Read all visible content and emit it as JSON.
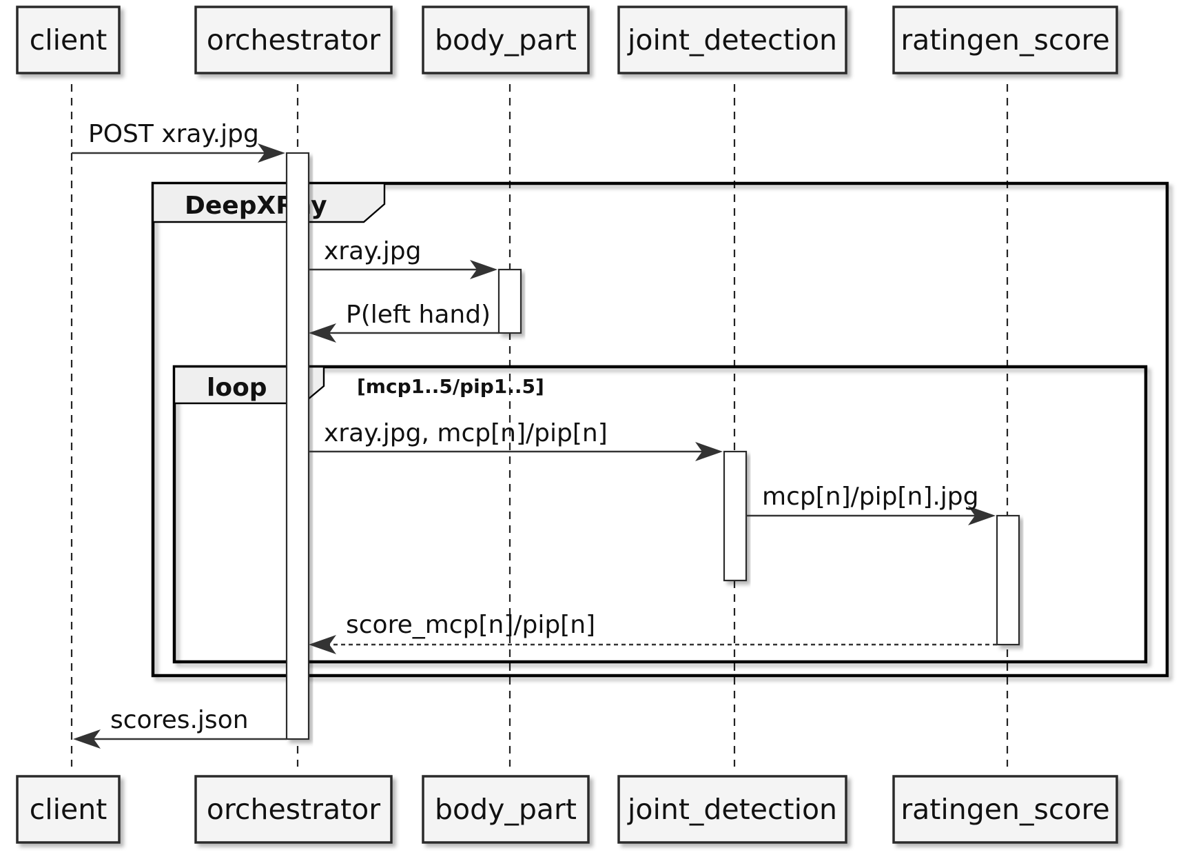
{
  "participants": [
    {
      "id": "client",
      "label": "client"
    },
    {
      "id": "orchestrator",
      "label": "orchestrator"
    },
    {
      "id": "body_part",
      "label": "body_part"
    },
    {
      "id": "joint_detection",
      "label": "joint_detection"
    },
    {
      "id": "ratingen_score",
      "label": "ratingen_score"
    }
  ],
  "messages": [
    {
      "id": "post-xray",
      "label": "POST xray.jpg",
      "from": "client",
      "to": "orchestrator",
      "style": "solid"
    },
    {
      "id": "xray-to-body",
      "label": "xray.jpg",
      "from": "orchestrator",
      "to": "body_part",
      "style": "solid"
    },
    {
      "id": "p-left-hand",
      "label": "P(left hand)",
      "from": "body_part",
      "to": "orchestrator",
      "style": "solid"
    },
    {
      "id": "xray-joints",
      "label": "xray.jpg, mcp[n]/pip[n]",
      "from": "orchestrator",
      "to": "joint_detection",
      "style": "solid"
    },
    {
      "id": "joint-jpg",
      "label": "mcp[n]/pip[n].jpg",
      "from": "joint_detection",
      "to": "ratingen_score",
      "style": "solid"
    },
    {
      "id": "score-return",
      "label": "score_mcp[n]/pip[n]",
      "from": "ratingen_score",
      "to": "orchestrator",
      "style": "dashed"
    },
    {
      "id": "scores-json",
      "label": "scores.json",
      "from": "orchestrator",
      "to": "client",
      "style": "solid"
    }
  ],
  "frames": [
    {
      "id": "deepxray",
      "title": "DeepXRay",
      "guard": ""
    },
    {
      "id": "loop",
      "title": "loop",
      "guard": "[mcp1..5/pip1..5]"
    }
  ]
}
